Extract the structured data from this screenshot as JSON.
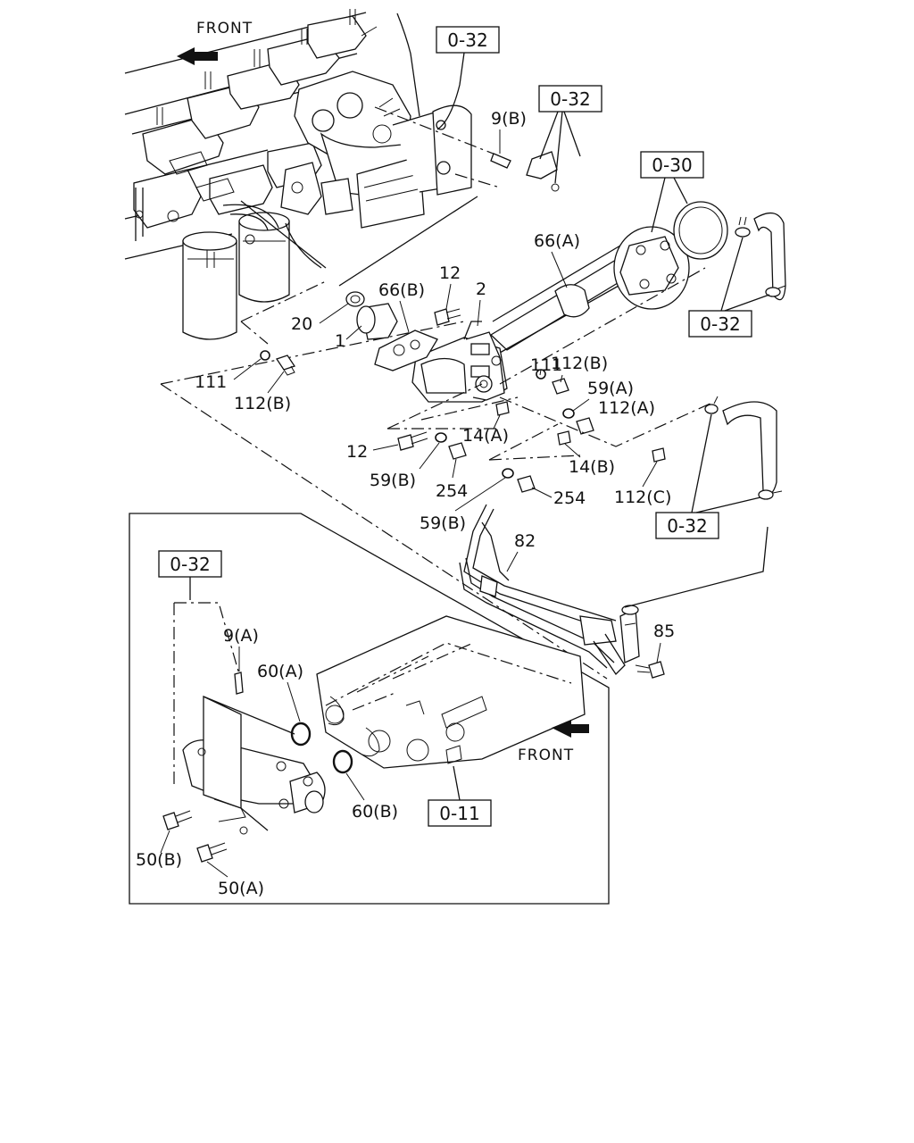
{
  "front_labels": [
    "FRONT",
    "FRONT"
  ],
  "ref_boxes": [
    "0-32",
    "0-32",
    "0-30",
    "0-32",
    "0-32",
    "0-32",
    "0-11"
  ],
  "labels": {
    "l_9b": "9(B)",
    "l_66a": "66(A)",
    "l_12a": "12",
    "l_66b": "66(B)",
    "l_2": "2",
    "l_20": "20",
    "l_1": "1",
    "l_111a": "111",
    "l_112b_top": "112(B)",
    "l_111b": "111",
    "l_112b_left": "112(B)",
    "l_59a": "59(A)",
    "l_112a": "112(A)",
    "l_14a": "14(A)",
    "l_12b": "12",
    "l_14b": "14(B)",
    "l_59b_a": "59(B)",
    "l_254a": "254",
    "l_112c": "112(C)",
    "l_254b": "254",
    "l_59b_b": "59(B)",
    "l_82": "82",
    "l_9a": "9(A)",
    "l_60a": "60(A)",
    "l_85": "85",
    "l_60b": "60(B)",
    "l_50b": "50(B)",
    "l_50a": "50(A)"
  }
}
